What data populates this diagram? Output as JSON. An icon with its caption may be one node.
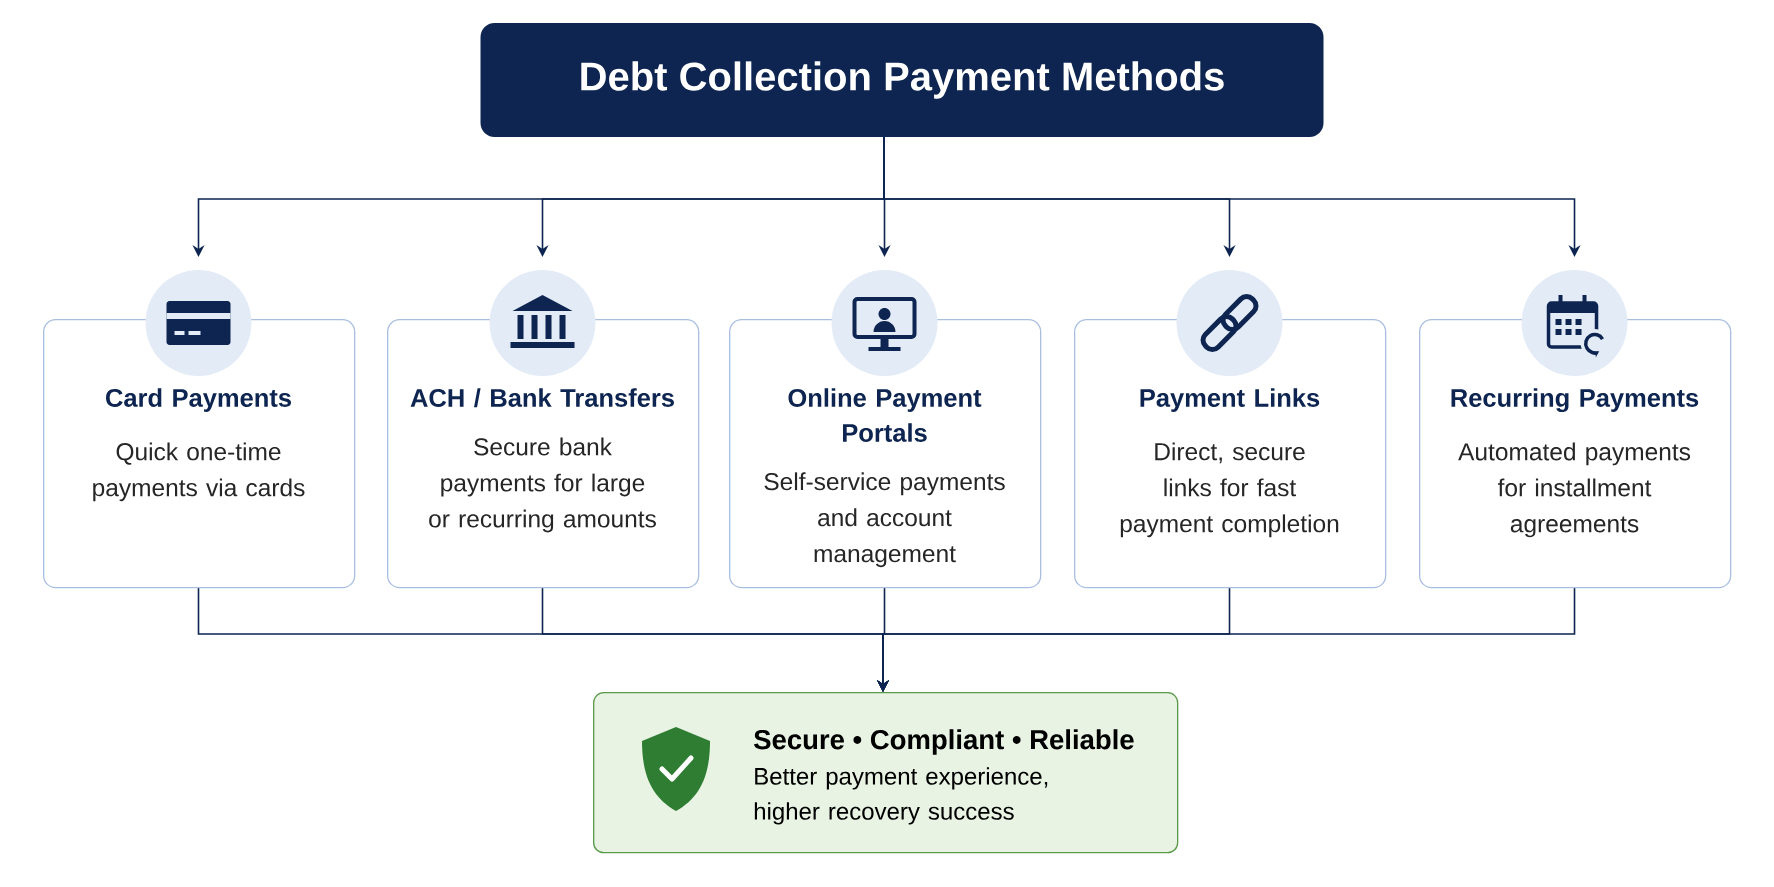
{
  "diagram": {
    "nodes": [
      {
        "text": [
          "Debt Collection Payment Methods"
        ]
      },
      {
        "text": [
          "Card Payments",
          "Quick one-time payments via cards"
        ]
      },
      {
        "text": [
          "ACH / Bank Transfers",
          "Secure bank payments for large or recurring amounts"
        ]
      },
      {
        "text": [
          "Online Payment Portals",
          "Self-service payments and account management"
        ]
      },
      {
        "text": [
          "Payment Links",
          "Direct, secure links for fast payment completion"
        ]
      },
      {
        "text": [
          "Recurring Payments",
          "Automated payments for installment agreements"
        ]
      },
      {
        "text": [
          "Secure • Compliant • Reliable",
          "Better payment experience, higher recovery success"
        ]
      }
    ],
    "edges": [
      {
        "from": 0,
        "to": 1,
        "arrow": "to"
      },
      {
        "from": 0,
        "to": 2,
        "arrow": "to"
      },
      {
        "from": 0,
        "to": 3,
        "arrow": "to"
      },
      {
        "from": 0,
        "to": 4,
        "arrow": "to"
      },
      {
        "from": 0,
        "to": 5,
        "arrow": "to"
      },
      {
        "from": 1,
        "to": 6,
        "arrow": "to"
      },
      {
        "from": 2,
        "to": 6,
        "arrow": "to"
      },
      {
        "from": 3,
        "to": 6,
        "arrow": "to"
      },
      {
        "from": 4,
        "to": 6,
        "arrow": "to"
      },
      {
        "from": 5,
        "to": 6,
        "arrow": "to"
      }
    ]
  }
}
